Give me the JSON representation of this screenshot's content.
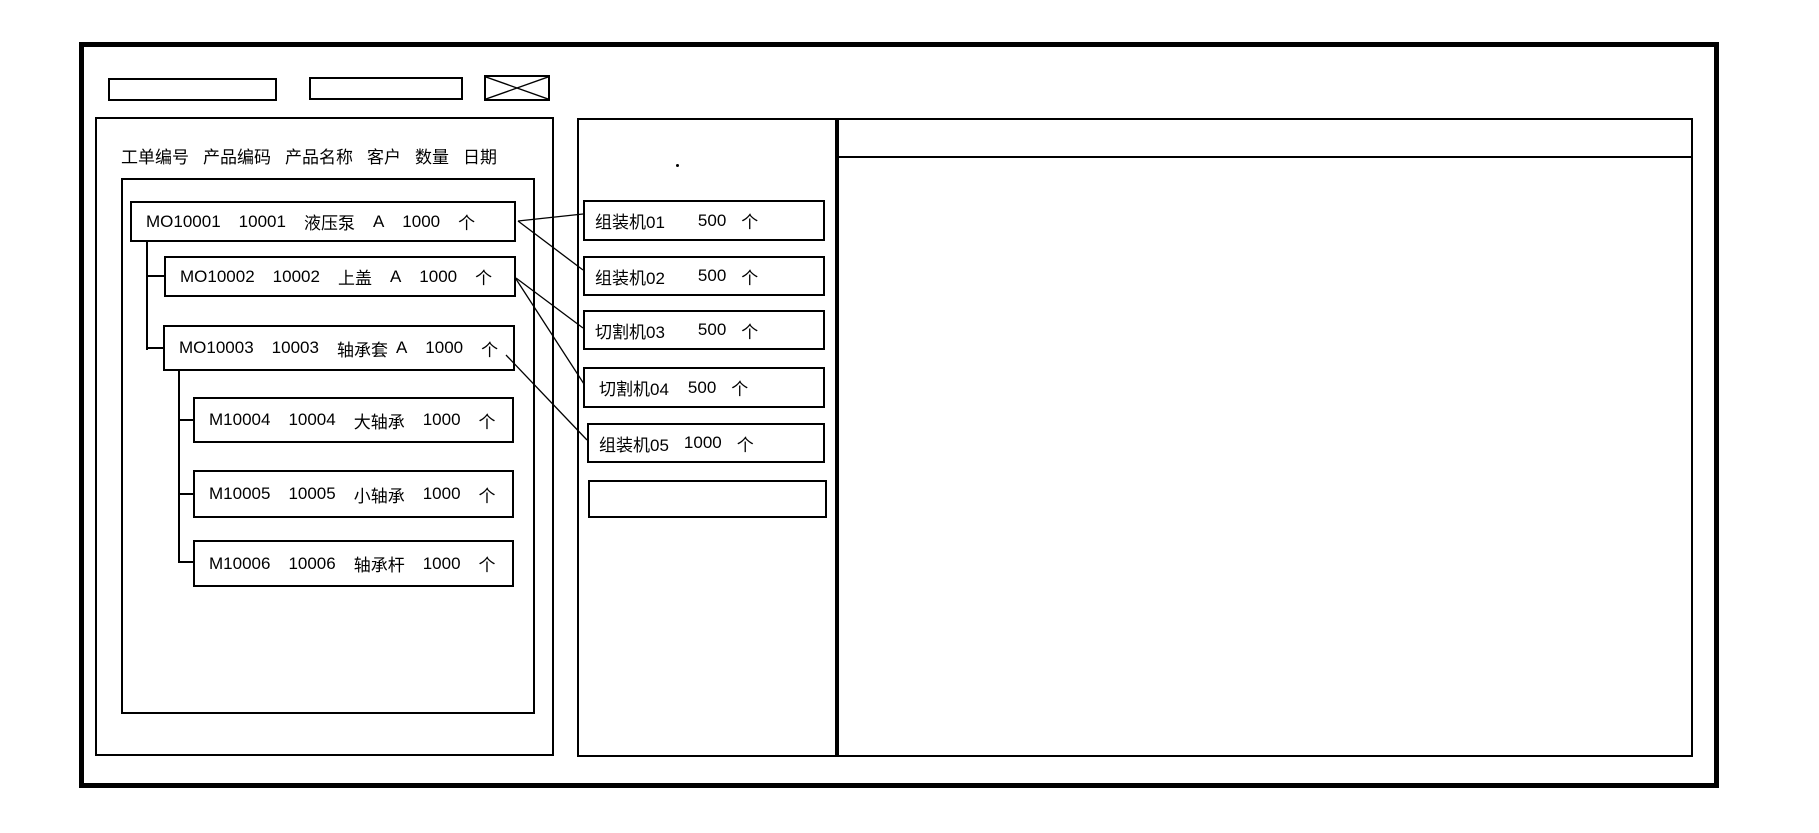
{
  "toolbar": {
    "input1_value": "",
    "input2_value": "",
    "close_icon": "x-crossed-box"
  },
  "left_panel": {
    "columns": [
      "工单编号",
      "产品编码",
      "产品名称",
      "客户",
      "数量",
      "日期"
    ],
    "orders": [
      {
        "id": "MO10001",
        "code": "10001",
        "name": "液压泵",
        "customer": "A",
        "qty": "1000",
        "unit": "个"
      },
      {
        "id": "MO10002",
        "code": "10002",
        "name": "上盖",
        "customer": "A",
        "qty": "1000",
        "unit": "个"
      },
      {
        "id": "MO10003",
        "code": "10003",
        "name": "轴承套",
        "customer": "A",
        "qty": "1000",
        "unit": "个"
      },
      {
        "id": "M10004",
        "code": "10004",
        "name": "大轴承",
        "customer": "",
        "qty": "1000",
        "unit": "个"
      },
      {
        "id": "M10005",
        "code": "10005",
        "name": "小轴承",
        "customer": "",
        "qty": "1000",
        "unit": "个"
      },
      {
        "id": "M10006",
        "code": "10006",
        "name": "轴承杆",
        "customer": "",
        "qty": "1000",
        "unit": "个"
      }
    ]
  },
  "machine_panel": {
    "stray_mark": "",
    "machines": [
      {
        "name": "组装机01",
        "qty": "500",
        "unit": "个"
      },
      {
        "name": "组装机02",
        "qty": "500",
        "unit": "个"
      },
      {
        "name": "切割机03",
        "qty": "500",
        "unit": "个"
      },
      {
        "name": "切割机04",
        "qty": "500",
        "unit": "个"
      },
      {
        "name": "组装机05",
        "qty": "1000",
        "unit": "个"
      },
      {
        "name": "",
        "qty": "",
        "unit": ""
      }
    ]
  },
  "connections": [
    {
      "from": "MO10001",
      "to": "组装机01"
    },
    {
      "from": "MO10001",
      "to": "组装机02"
    },
    {
      "from": "MO10002",
      "to": "切割机03"
    },
    {
      "from": "MO10002",
      "to": "切割机04"
    },
    {
      "from": "MO10003",
      "to": "组装机05"
    }
  ],
  "colors": {
    "line": "#000000",
    "background": "#ffffff"
  }
}
